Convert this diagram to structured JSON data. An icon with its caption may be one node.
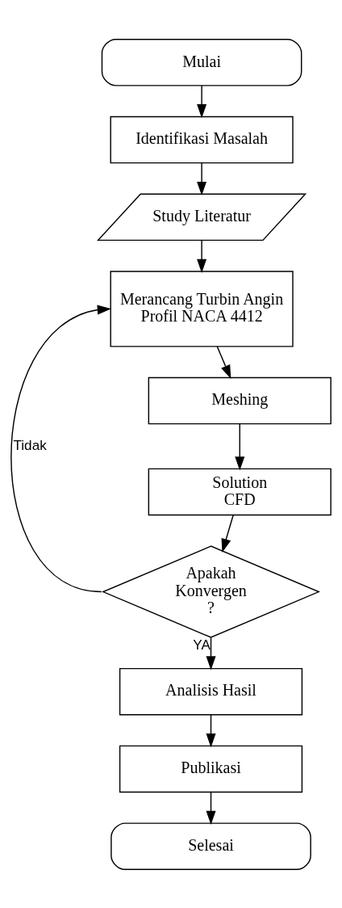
{
  "diagram": {
    "nodes": [
      {
        "text": [
          "Mulai"
        ]
      },
      {
        "text": [
          "Identifikasi Masalah"
        ]
      },
      {
        "text": [
          "Study Literatur"
        ]
      },
      {
        "text": [
          "Merancang Turbin Angin Profil NACA 4412"
        ]
      },
      {
        "text": [
          "Meshing"
        ]
      },
      {
        "text": [
          "Solution CFD"
        ]
      },
      {
        "text": [
          "Apakah Konvergen ?"
        ]
      },
      {
        "text": [
          "Analisis Hasil"
        ]
      },
      {
        "text": [
          "Publikasi"
        ]
      },
      {
        "text": [
          "Selesai"
        ]
      }
    ],
    "edges": [
      {
        "from": 0,
        "to": 1,
        "arrow": "to"
      },
      {
        "from": 1,
        "to": 2,
        "arrow": "to"
      },
      {
        "from": 2,
        "to": 3,
        "arrow": "to"
      },
      {
        "from": 3,
        "to": 4,
        "arrow": "to"
      },
      {
        "from": 4,
        "to": 5,
        "arrow": "to"
      },
      {
        "from": 5,
        "to": 6,
        "arrow": "to"
      },
      {
        "from": 6,
        "to": 3,
        "arrow": "to",
        "label": "Tidak"
      },
      {
        "from": 6,
        "to": 7,
        "arrow": "to",
        "label": "YA"
      },
      {
        "from": 7,
        "to": 8,
        "arrow": "to"
      },
      {
        "from": 8,
        "to": 9,
        "arrow": "to"
      }
    ]
  }
}
